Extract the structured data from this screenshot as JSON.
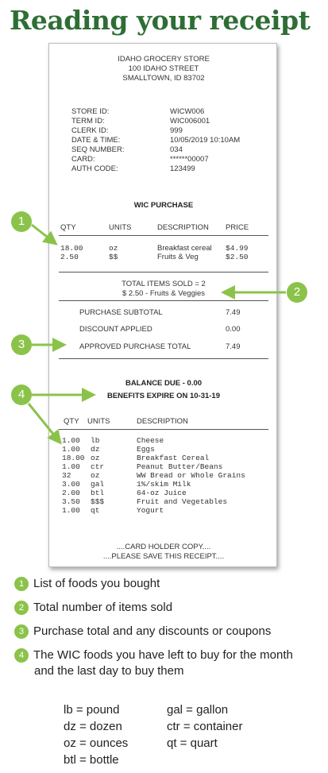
{
  "title": "Reading your receipt",
  "receipt": {
    "store": [
      "IDAHO GROCERY STORE",
      "100 IDAHO STREET",
      "SMALLTOWN, ID 83702"
    ],
    "info": [
      {
        "label": "STORE ID:",
        "value": "WICW006"
      },
      {
        "label": "TERM ID:",
        "value": "WIC006001"
      },
      {
        "label": "CLERK ID:",
        "value": "999"
      },
      {
        "label": "DATE & TIME:",
        "value": "10/05/2019 10:10AM"
      },
      {
        "label": "SEQ NUMBER:",
        "value": "034"
      },
      {
        "label": "CARD:",
        "value": "******00007"
      },
      {
        "label": "AUTH CODE:",
        "value": "123499"
      }
    ],
    "wic_purchase_heading": "WIC PURCHASE",
    "purchase_headers": {
      "qty": "QTY",
      "units": "UNITS",
      "description": "DESCRIPTION",
      "price": "PRICE"
    },
    "purchases": [
      {
        "qty": "18.00",
        "units": "oz",
        "description": "Breakfast cereal",
        "price": "$4.99"
      },
      {
        "qty": "2.50",
        "units": "$$",
        "description": "Fruits & Veg",
        "price": "$2.50"
      }
    ],
    "total_items_sold": "TOTAL ITEMS SOLD = 2",
    "total_items_detail": "$ 2.50 - Fruits & Veggies",
    "totals": [
      {
        "label": "PURCHASE SUBTOTAL",
        "value": "7.49"
      },
      {
        "label": "DISCOUNT APPLIED",
        "value": "0.00"
      },
      {
        "label": "APPROVED PURCHASE TOTAL",
        "value": "7.49"
      }
    ],
    "balance_due": "BALANCE DUE - 0.00",
    "benefits_expire": "BENEFITS EXPIRE ON 10-31-19",
    "benefit_headers": {
      "qty": "QTY",
      "units": "UNITS",
      "description": "DESCRIPTION"
    },
    "benefits": [
      {
        "qty": "1.00",
        "units": "lb",
        "description": "Cheese"
      },
      {
        "qty": "1.00",
        "units": "dz",
        "description": "Eggs"
      },
      {
        "qty": "18.00",
        "units": "oz",
        "description": "Breakfast Cereal"
      },
      {
        "qty": "1.00",
        "units": "ctr",
        "description": "Peanut Butter/Beans"
      },
      {
        "qty": "32",
        "units": "oz",
        "description": "WW Bread or Whole Grains"
      },
      {
        "qty": "3.00",
        "units": "gal",
        "description": "1%/skim Milk"
      },
      {
        "qty": "2.00",
        "units": "btl",
        "description": "64-oz Juice"
      },
      {
        "qty": "3.50",
        "units": "$$$",
        "description": "Fruit and Vegetables"
      },
      {
        "qty": "1.00",
        "units": "qt",
        "description": "Yogurt"
      }
    ],
    "footer": [
      "....CARD HOLDER COPY....",
      "....PLEASE SAVE THIS RECEIPT...."
    ]
  },
  "badges": [
    "1",
    "2",
    "3",
    "4"
  ],
  "legend": [
    {
      "num": "1",
      "text": "List of foods you bought"
    },
    {
      "num": "2",
      "text": "Total number of items sold"
    },
    {
      "num": "3",
      "text": "Purchase total and any discounts or coupons"
    },
    {
      "num": "4",
      "text": "The WIC foods you have left to buy for the month",
      "text2": "and the last day to buy them"
    }
  ],
  "abbreviations": [
    {
      "text": "lb  = pound"
    },
    {
      "text": "gal = gallon"
    },
    {
      "text": "dz  = dozen"
    },
    {
      "text": "ctr = container"
    },
    {
      "text": "oz  = ounces"
    },
    {
      "text": "qt  = quart"
    },
    {
      "text": "btl = bottle"
    }
  ],
  "colors": {
    "title": "#2e6e35",
    "badge": "#8bc34a"
  }
}
